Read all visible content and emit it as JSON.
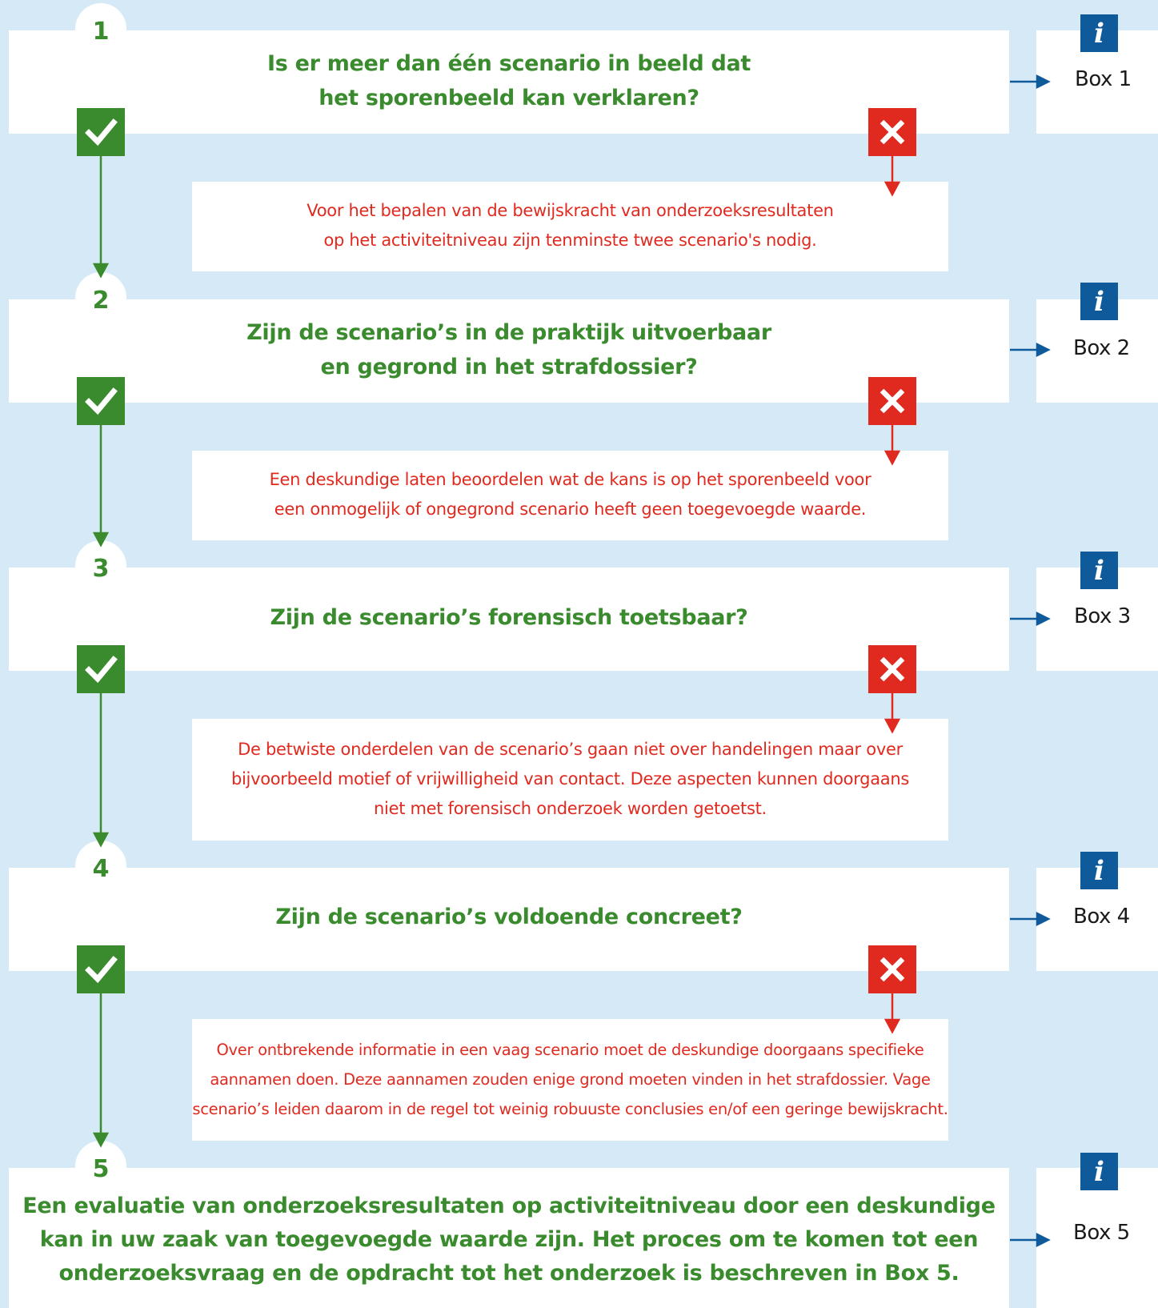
{
  "steps": [
    {
      "number": "1",
      "question": "Is er meer dan één scenario in beeld dat\nhet sporenbeeld kan verklaren?",
      "no_text": "Voor het bepalen van de bewijskracht van onderzoeksresultaten\nop het activiteitniveau zijn tenminste twee scenario's nodig.",
      "box_label": "Box 1"
    },
    {
      "number": "2",
      "question": "Zijn de scenario’s in de praktijk uitvoerbaar\nen gegrond in het strafdossier?",
      "no_text": "Een deskundige laten beoordelen wat de kans is op het sporenbeeld voor\neen onmogelijk of ongegrond scenario heeft geen toegevoegde waarde.",
      "box_label": "Box 2"
    },
    {
      "number": "3",
      "question": "Zijn de scenario’s forensisch toetsbaar?",
      "no_text": "De betwiste onderdelen van de scenario’s gaan niet over handelingen maar over\nbijvoorbeeld  motief of vrijwilligheid van contact. Deze aspecten kunnen doorgaans\nniet met forensisch onderzoek worden getoetst.",
      "box_label": "Box 3"
    },
    {
      "number": "4",
      "question": "Zijn de scenario’s voldoende concreet?",
      "no_text": "Over ontbrekende informatie in een vaag scenario moet de deskundige doorgaans specifieke\naannamen doen. Deze aannamen zouden enige grond moeten vinden in het strafdossier. Vage\nscenario’s leiden daarom in de regel tot weinig robuuste conclusies en/of een geringe bewijskracht.",
      "box_label": "Box 4"
    }
  ],
  "final": {
    "number": "5",
    "text": "Een evaluatie van onderzoeksresultaten op activiteitniveau door een deskundige\nkan in uw zaak van toegevoegde waarde zijn. Het proces om te komen tot een\nonderzoeksvraag en de opdracht tot het onderzoek is beschreven in Box 5.",
    "box_label": "Box 5"
  },
  "icons": {
    "yes": "check-icon",
    "no": "cross-icon",
    "info": "info-icon",
    "info_glyph": "i"
  },
  "colors": {
    "background": "#d6e9f6",
    "green": "#3a8a2e",
    "red": "#e02a20",
    "blue": "#0f5a9a"
  }
}
